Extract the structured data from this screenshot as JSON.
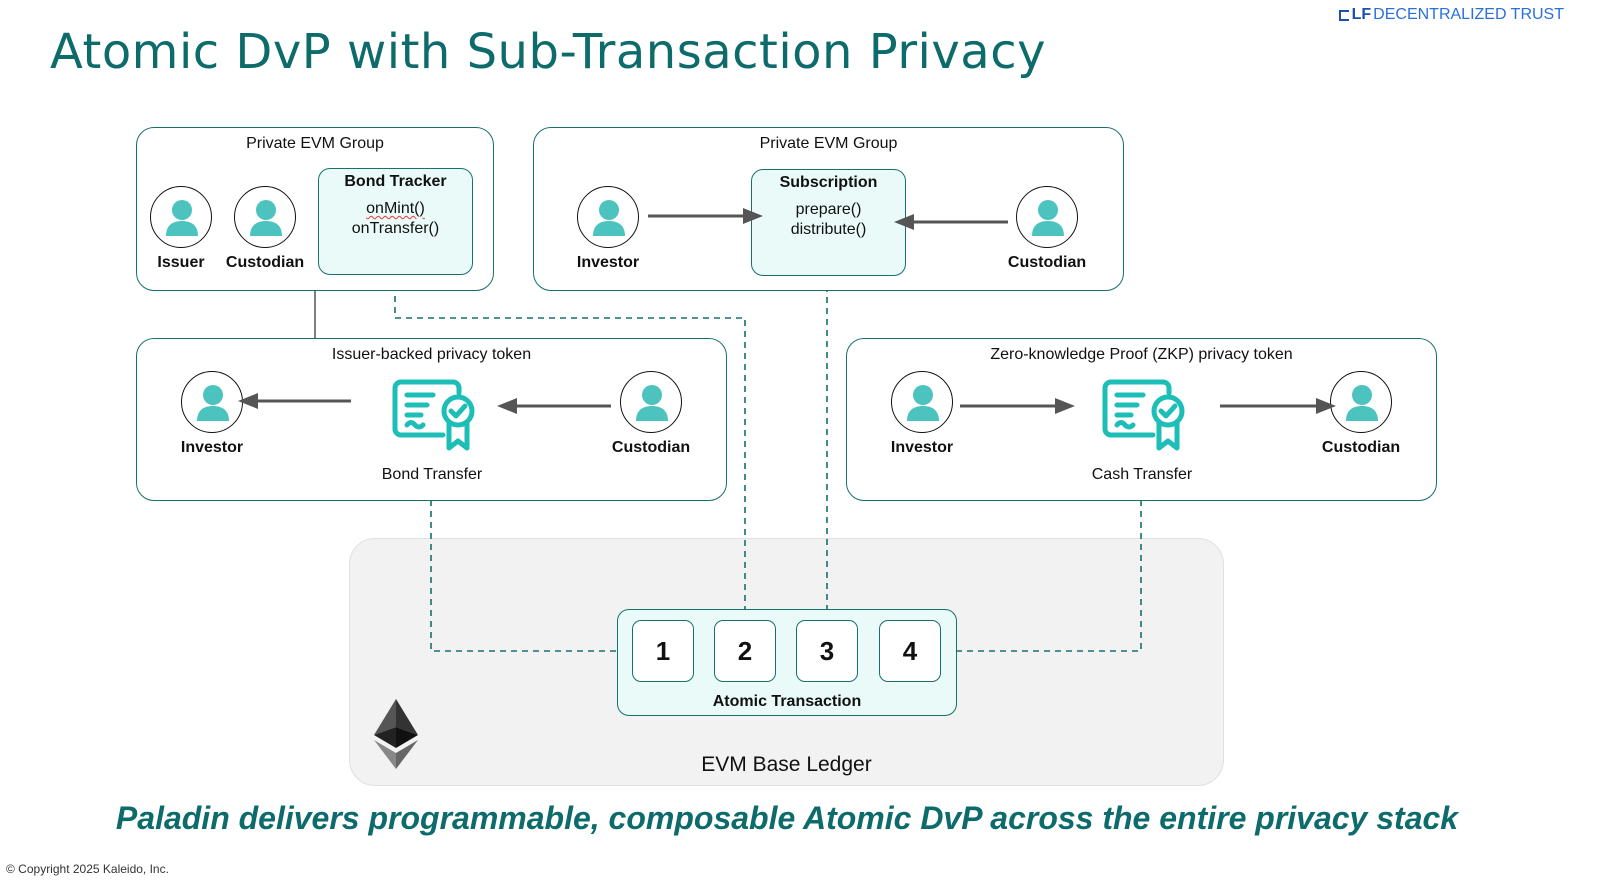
{
  "header": {
    "title": "Atomic DvP with Sub-Transaction Privacy",
    "logo": {
      "mark": "LF",
      "text": "DECENTRALIZED TRUST"
    }
  },
  "groups": {
    "bond_group": {
      "label": "Private EVM Group",
      "actors": [
        "Issuer",
        "Custodian"
      ],
      "contract": {
        "title": "Bond Tracker",
        "functions": [
          "onMint()",
          "onTransfer()"
        ]
      }
    },
    "subscription_group": {
      "label": "Private EVM Group",
      "actors": [
        "Investor",
        "Custodian"
      ],
      "contract": {
        "title": "Subscription",
        "functions": [
          "prepare()",
          "distribute()"
        ]
      }
    },
    "issuer_token": {
      "label": "Issuer-backed privacy token",
      "actors": [
        "Investor",
        "Custodian"
      ],
      "caption": "Bond Transfer",
      "icon": "certificate-icon"
    },
    "zkp_token": {
      "label": "Zero-knowledge Proof (ZKP) privacy token",
      "actors": [
        "Investor",
        "Custodian"
      ],
      "caption": "Cash Transfer",
      "icon": "certificate-icon"
    }
  },
  "ledger": {
    "label": "EVM Base Ledger",
    "icon": "ethereum-icon",
    "atomic_transaction": {
      "label": "Atomic Transaction",
      "steps": [
        "1",
        "2",
        "3",
        "4"
      ]
    }
  },
  "tagline": "Paladin delivers programmable, composable Atomic DvP across the entire privacy stack",
  "footer": {
    "copyright": "© Copyright 2025 Kaleido, Inc."
  },
  "colors": {
    "accent": "#0d6b6b",
    "border": "#16706f",
    "avatar": "#4cc3bf",
    "contract_fill": "#eafaf9",
    "ledger_fill": "#f2f2f2",
    "arrow": "#555555"
  }
}
